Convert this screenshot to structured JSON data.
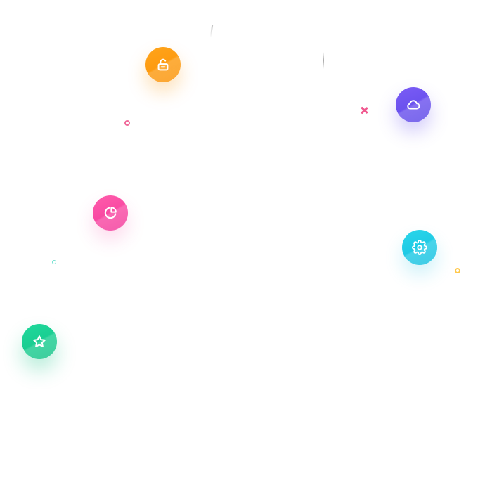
{
  "canvas": {
    "background": "#ffffff"
  },
  "orbs": [
    {
      "name": "lock-orb",
      "icon": "unlock-icon",
      "color": "#fb9206"
    },
    {
      "name": "cloud-orb",
      "icon": "cloud-icon",
      "color": "#5b47e6"
    },
    {
      "name": "chart-orb",
      "icon": "pie-chart-icon",
      "color": "#f2379a"
    },
    {
      "name": "gear-orb",
      "icon": "gear-icon",
      "color": "#14bfe0"
    },
    {
      "name": "star-orb",
      "icon": "star-icon",
      "color": "#14c286"
    }
  ],
  "decorations": [
    {
      "name": "ring-pink",
      "shape": "ring",
      "color": "#f06a9a"
    },
    {
      "name": "cross-pink",
      "shape": "cross",
      "color": "#f0588f"
    },
    {
      "name": "ring-teal",
      "shape": "ring",
      "color": "#6fe0cf"
    },
    {
      "name": "ring-yellow",
      "shape": "ring",
      "color": "#ffc84a"
    }
  ]
}
